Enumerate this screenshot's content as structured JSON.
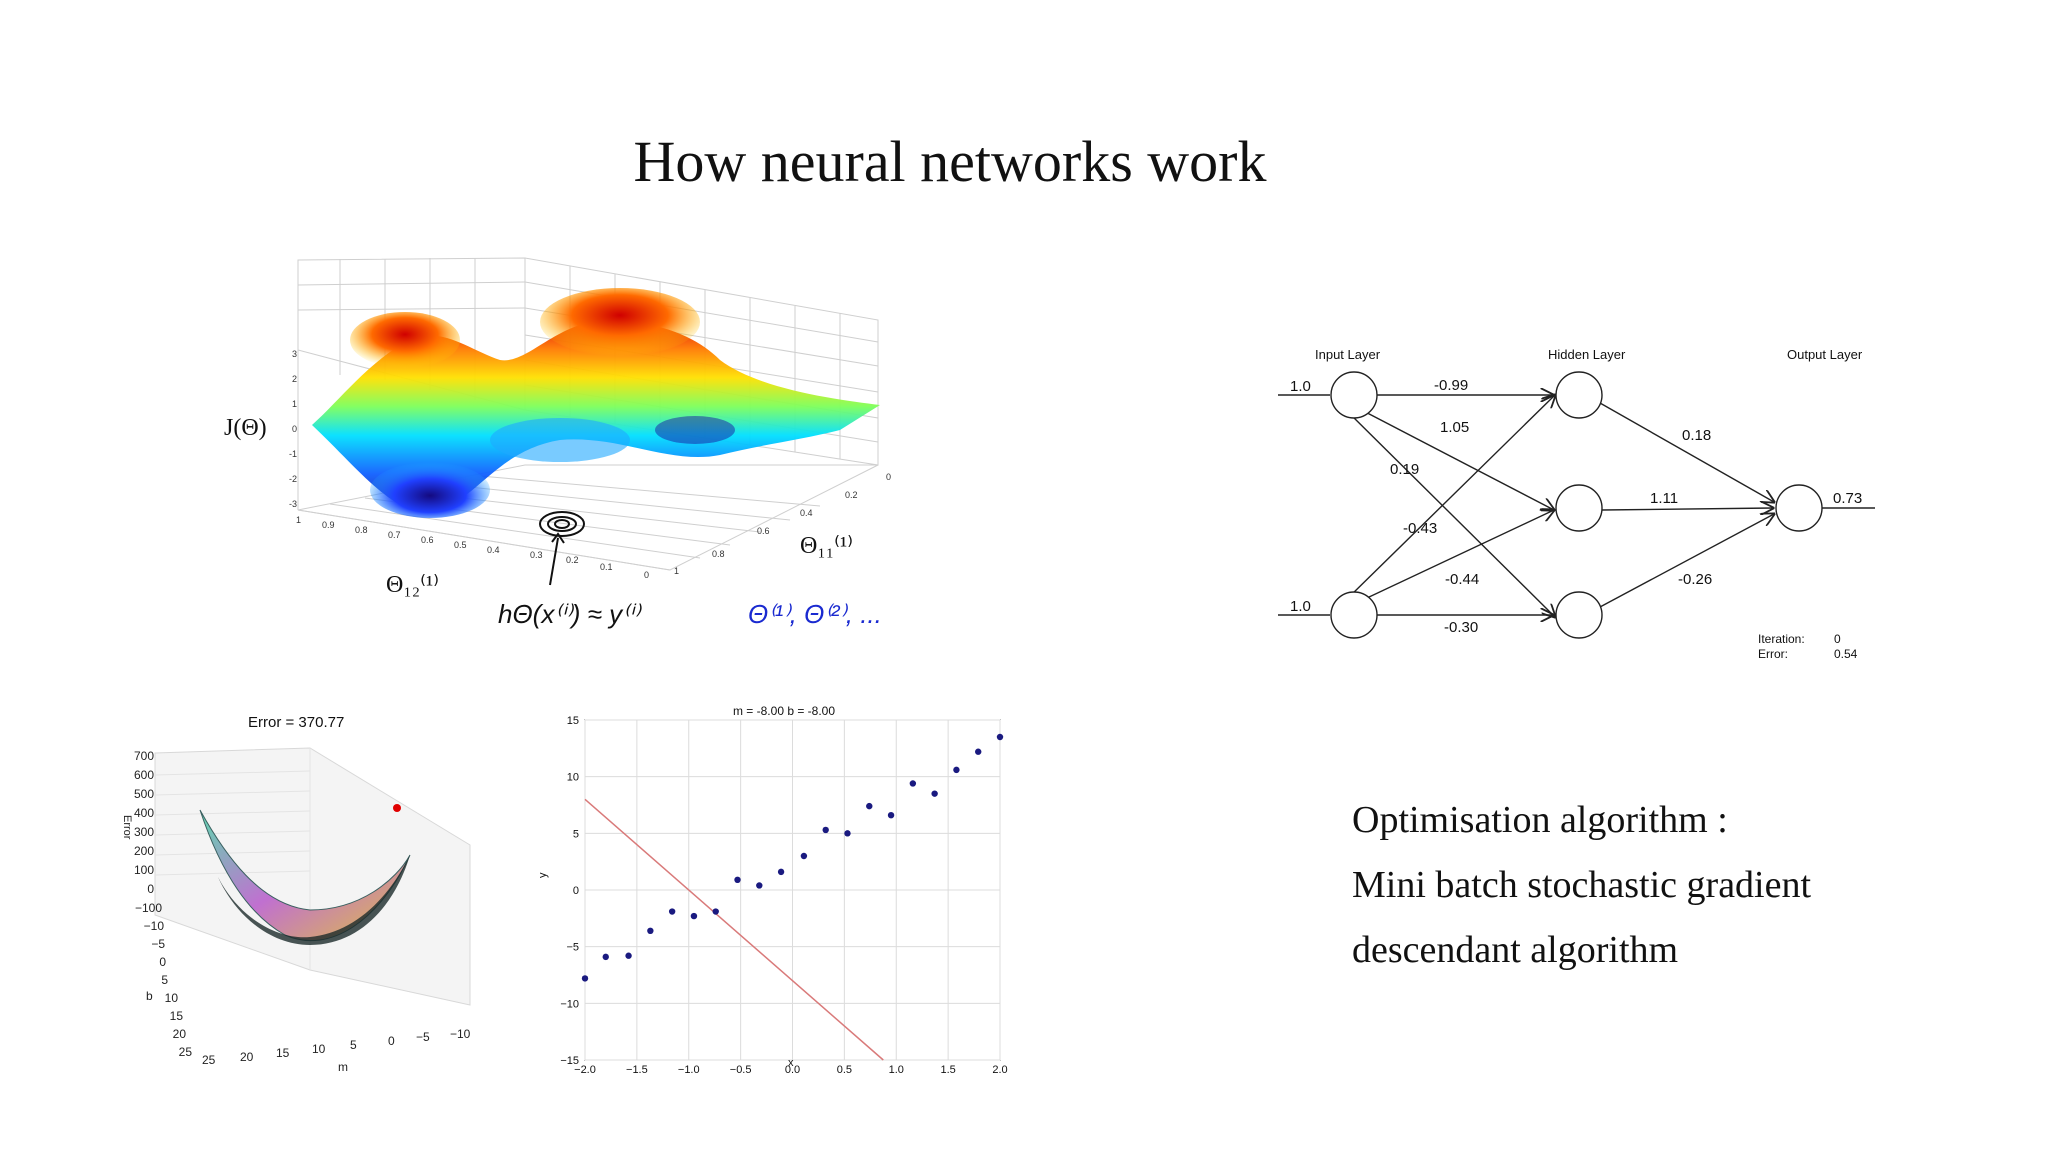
{
  "slide": {
    "title": "How neural networks work",
    "optimisation": {
      "line1": "Optimisation algorithm :",
      "line2": "Mini batch stochastic gradient",
      "line3": "descendant algorithm"
    }
  },
  "surface3d": {
    "z_label": "J(Θ)",
    "x_label": "Θ₁₂⁽¹⁾",
    "y_label": "Θ₁₁⁽¹⁾",
    "z_ticks": [
      "3",
      "2",
      "1",
      "0",
      "-1",
      "-2",
      "-3"
    ],
    "x_ticks": [
      "1",
      "0.9",
      "0.8",
      "0.7",
      "0.6",
      "0.5",
      "0.4",
      "0.3",
      "0.2",
      "0.1",
      "0"
    ],
    "y_ticks": [
      "0",
      "0.2",
      "0.4",
      "0.6",
      "0.8",
      "1"
    ],
    "handwriting_left": "hΘ(x⁽ⁱ⁾) ≈ y⁽ⁱ⁾",
    "handwriting_right": "Θ⁽¹⁾, Θ⁽²⁾, ..."
  },
  "network": {
    "layers": [
      "Input Layer",
      "Hidden Layer",
      "Output Layer"
    ],
    "inputs": [
      "1.0",
      "1.0"
    ],
    "weights": [
      "-0.99",
      "1.05",
      "0.19",
      "-0.43",
      "-0.44",
      "-0.30",
      "0.18",
      "1.11",
      "-0.26"
    ],
    "output": "0.73",
    "iteration_label": "Iteration:",
    "iteration_value": "0",
    "error_label": "Error:",
    "error_value": "0.54"
  },
  "error_surface": {
    "title": "Error = 370.77",
    "z_label": "Error",
    "z_ticks": [
      "700",
      "600",
      "500",
      "400",
      "300",
      "200",
      "100",
      "0",
      "−100"
    ],
    "b_label": "b",
    "b_ticks": [
      "−10",
      "−5",
      "0",
      "5",
      "10",
      "15",
      "20",
      "25"
    ],
    "m_label": "m",
    "m_ticks": [
      "25",
      "20",
      "15",
      "10",
      "5",
      "0",
      "−5",
      "−10"
    ]
  },
  "chart_data": {
    "type": "scatter",
    "title": "m = -8.00    b = -8.00",
    "xlabel": "x",
    "ylabel": "y",
    "xlim": [
      -2.0,
      2.0
    ],
    "ylim": [
      -15,
      15
    ],
    "x_ticks": [
      "−2.0",
      "−1.5",
      "−1.0",
      "−0.5",
      "0.0",
      "0.5",
      "1.0",
      "1.5",
      "2.0"
    ],
    "y_ticks": [
      "15",
      "10",
      "5",
      "0",
      "−5",
      "−10",
      "−15"
    ],
    "grid": true,
    "points": [
      {
        "x": -2.0,
        "y": -7.8
      },
      {
        "x": -1.8,
        "y": -5.9
      },
      {
        "x": -1.58,
        "y": -5.8
      },
      {
        "x": -1.37,
        "y": -3.6
      },
      {
        "x": -1.16,
        "y": -1.9
      },
      {
        "x": -0.95,
        "y": -2.3
      },
      {
        "x": -0.74,
        "y": -1.9
      },
      {
        "x": -0.53,
        "y": 0.9
      },
      {
        "x": -0.32,
        "y": 0.4
      },
      {
        "x": -0.11,
        "y": 1.6
      },
      {
        "x": 0.11,
        "y": 3.0
      },
      {
        "x": 0.32,
        "y": 5.3
      },
      {
        "x": 0.53,
        "y": 5.0
      },
      {
        "x": 0.74,
        "y": 7.4
      },
      {
        "x": 0.95,
        "y": 6.6
      },
      {
        "x": 1.16,
        "y": 9.4
      },
      {
        "x": 1.37,
        "y": 8.5
      },
      {
        "x": 1.58,
        "y": 10.6
      },
      {
        "x": 1.79,
        "y": 12.2
      },
      {
        "x": 2.0,
        "y": 13.5
      }
    ],
    "line": {
      "m": -8.0,
      "b": -8.0
    },
    "point_color": "#1a1a80",
    "line_color": "#d97a7a"
  }
}
